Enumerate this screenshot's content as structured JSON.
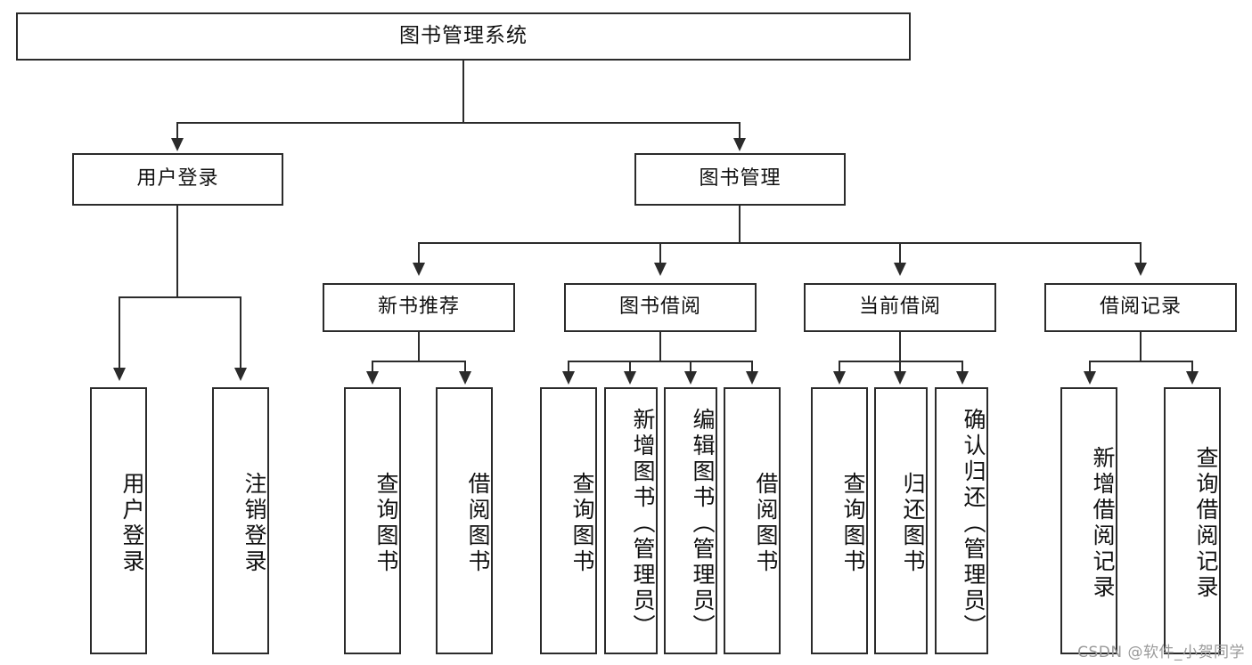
{
  "diagram": {
    "type": "tree-hierarchy",
    "title": "图书管理系统",
    "watermark": "CSDN @软件_小贺同学",
    "nodes": {
      "root": {
        "label": "图书管理系统"
      },
      "level2": [
        {
          "id": "user-login",
          "label": "用户登录"
        },
        {
          "id": "book-manage",
          "label": "图书管理"
        }
      ],
      "level3": [
        {
          "id": "new-book-rec",
          "label": "新书推荐"
        },
        {
          "id": "book-borrow",
          "label": "图书借阅"
        },
        {
          "id": "current-borrow",
          "label": "当前借阅"
        },
        {
          "id": "borrow-record",
          "label": "借阅记录"
        }
      ],
      "leaves": [
        {
          "id": "leaf-user-login",
          "parent": "user-login",
          "label": "用户登录"
        },
        {
          "id": "leaf-logout",
          "parent": "user-login",
          "label": "注销登录"
        },
        {
          "id": "leaf-query-book-1",
          "parent": "new-book-rec",
          "label": "查询图书"
        },
        {
          "id": "leaf-borrow-book-1",
          "parent": "new-book-rec",
          "label": "借阅图书"
        },
        {
          "id": "leaf-query-book-2",
          "parent": "book-borrow",
          "label": "查询图书"
        },
        {
          "id": "leaf-add-book",
          "parent": "book-borrow",
          "label": "新增图书（管理员）"
        },
        {
          "id": "leaf-edit-book",
          "parent": "book-borrow",
          "label": "编辑图书（管理员）"
        },
        {
          "id": "leaf-borrow-book-2",
          "parent": "book-borrow",
          "label": "借阅图书"
        },
        {
          "id": "leaf-query-book-3",
          "parent": "current-borrow",
          "label": "查询图书"
        },
        {
          "id": "leaf-return-book",
          "parent": "current-borrow",
          "label": "归还图书"
        },
        {
          "id": "leaf-confirm-return",
          "parent": "current-borrow",
          "label": "确认归还（管理员）"
        },
        {
          "id": "leaf-add-record",
          "parent": "borrow-record",
          "label": "新增借阅记录"
        },
        {
          "id": "leaf-query-record",
          "parent": "borrow-record",
          "label": "查询借阅记录"
        }
      ]
    },
    "colors": {
      "stroke": "#2b2b2b",
      "fill": "#ffffff",
      "text": "#111111",
      "watermark": "#9a9a9a"
    }
  }
}
